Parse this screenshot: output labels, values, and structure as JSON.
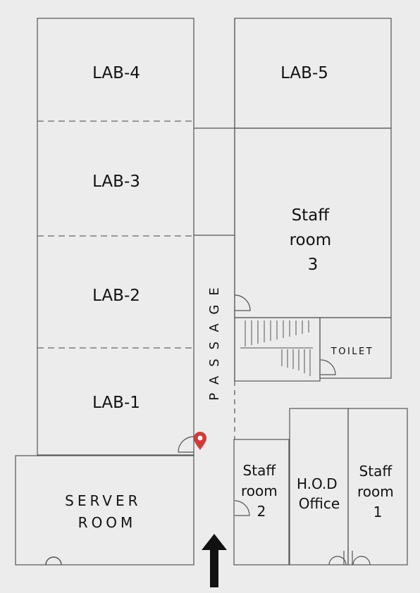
{
  "rooms": {
    "lab4": "LAB-4",
    "lab5": "LAB-5",
    "lab3": "LAB-3",
    "lab2": "LAB-2",
    "lab1": "LAB-1",
    "staff3": [
      "Staff",
      "room",
      "3"
    ],
    "staff2": [
      "Staff",
      "room",
      "2"
    ],
    "hod": [
      "H.O.D",
      "Office"
    ],
    "staff1": [
      "Staff",
      "room",
      "1"
    ],
    "toilet": "TOILET",
    "server": [
      "SERVER",
      "ROOM"
    ],
    "passage": "PASSAGE"
  },
  "colors": {
    "background": "#ececec",
    "wall": "#555555",
    "marker": "#d23a3a",
    "arrow": "#111111"
  },
  "icons": {
    "location": "location-pin-icon",
    "entrance": "up-arrow-icon"
  }
}
